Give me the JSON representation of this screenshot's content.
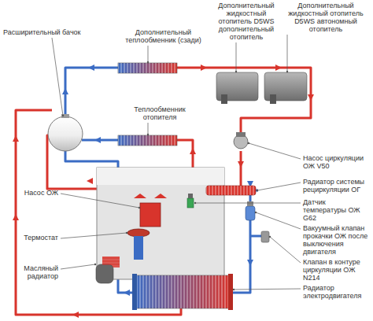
{
  "diagram": {
    "labels": [
      "Расширительный бачок",
      "Дополнительный теплообменник (сзади)",
      "Дополнительный жидкостный отопитель D5WS дополнительный отопитель",
      "Дополнительный жидкостный отопитель D5WS автономный отопитель",
      "Теплообменник отопителя",
      "Насос циркуляции ОЖ V50",
      "Радиатор системы рециркуляции ОГ",
      "Насос ОЖ",
      "Датчик температуры ОЖ G62",
      "Термостат",
      "Вакуумный клапан прокачки ОЖ после выключения двигателя",
      "Масляный радиатор",
      "Клапан в контуре циркуляции ОЖ N214",
      "Радиатор электродвигателя"
    ]
  }
}
